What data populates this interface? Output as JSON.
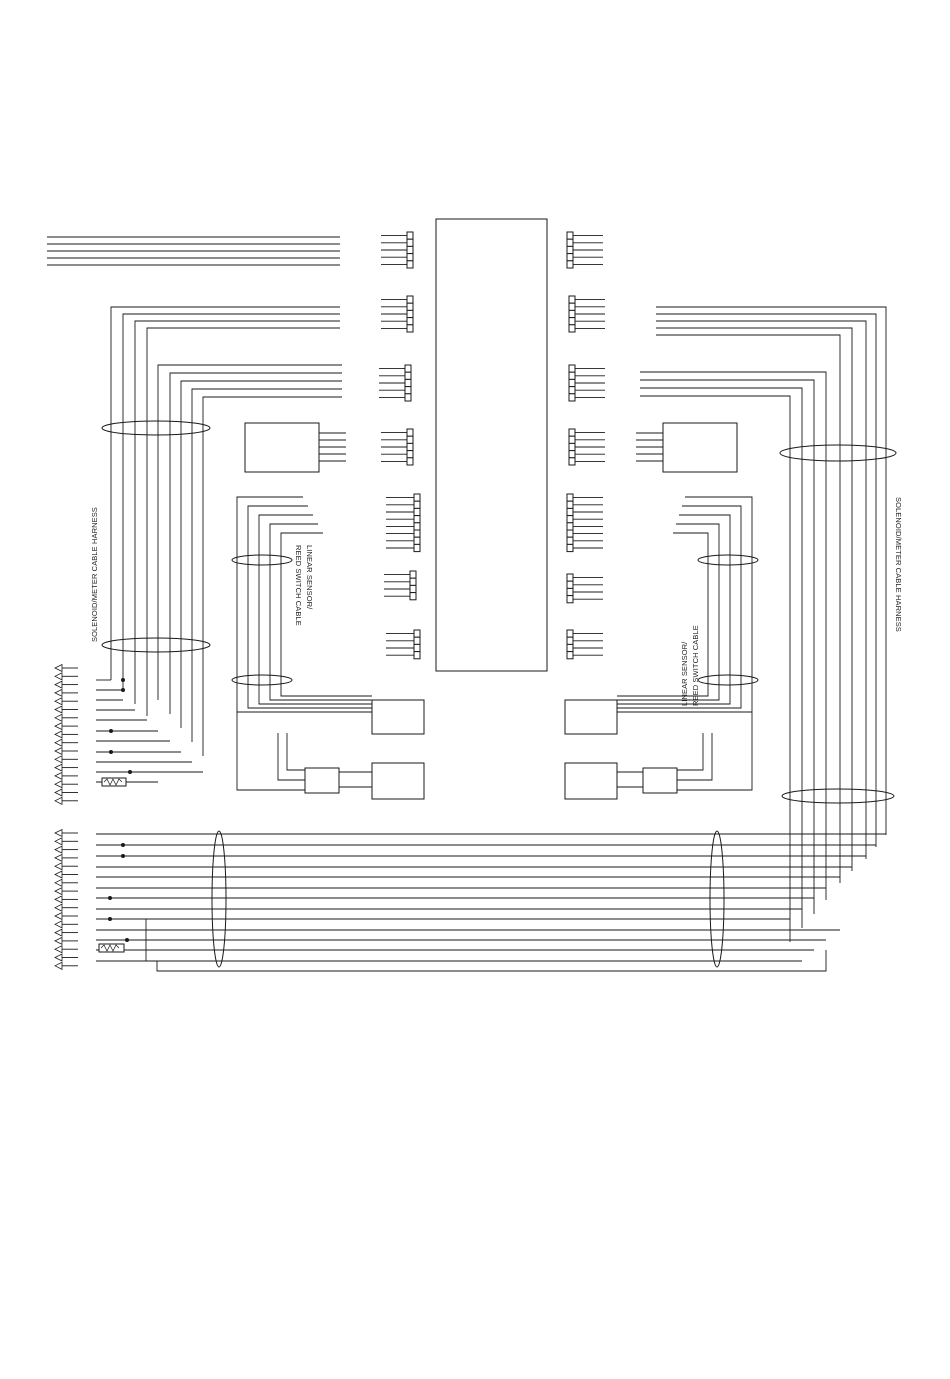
{
  "labels": {
    "harness_left": "SOLENOID/METER CABLE HARNESS",
    "harness_right": "SOLENOID/METER CABLE HARNESS",
    "sensor_left_line1": "LINEAR SENSOR/",
    "sensor_left_line2": "REED SWITCH CABLE",
    "sensor_right_line1": "LINEAR SENSOR/",
    "sensor_right_line2": "REED SWITCH CABLE"
  },
  "colors": {
    "line": "#1a1a1a",
    "background": "#ffffff"
  }
}
